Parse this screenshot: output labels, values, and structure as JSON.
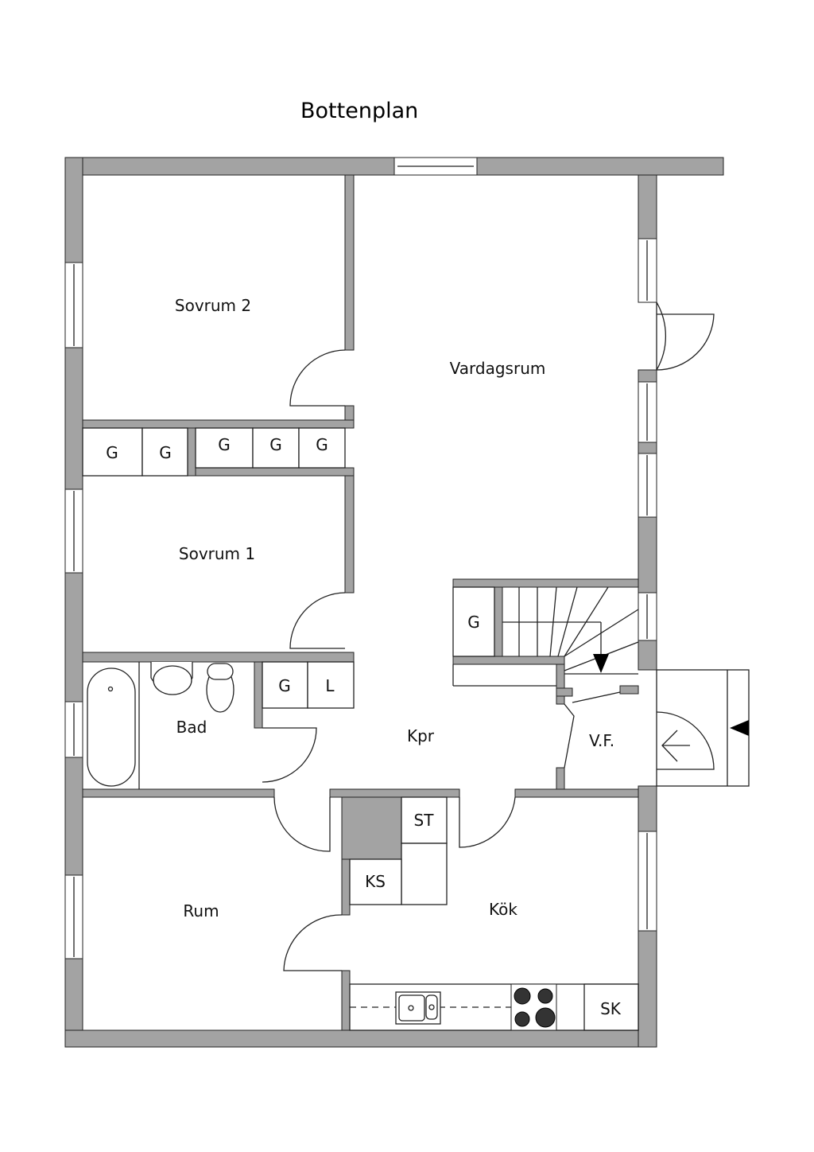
{
  "title": "Bottenplan",
  "rooms": {
    "sovrum2": "Sovrum 2",
    "vardagsrum": "Vardagsrum",
    "sovrum1": "Sovrum 1",
    "bad": "Bad",
    "kpr": "Kpr",
    "vf": "V.F.",
    "rum": "Rum",
    "kok": "Kök"
  },
  "fixtures": {
    "wardrobe": "G",
    "linen": "L",
    "st": "ST",
    "ks": "KS",
    "sk": "SK"
  },
  "colors": {
    "wall": "#a3a3a3",
    "line": "#222222"
  }
}
